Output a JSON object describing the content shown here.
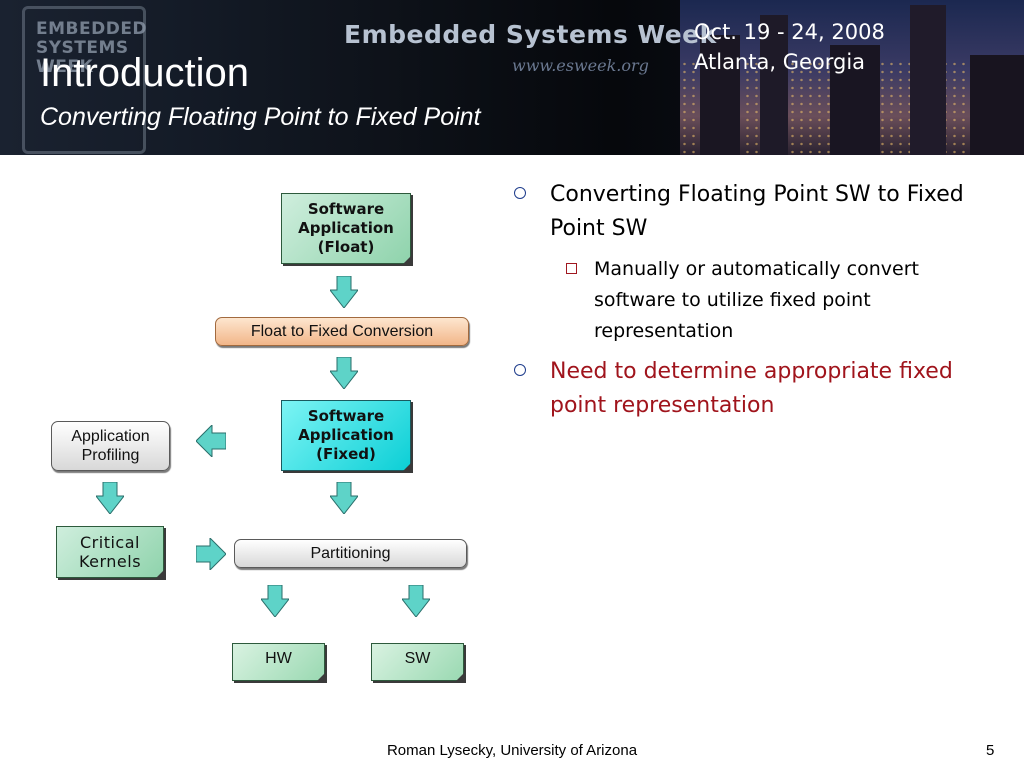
{
  "banner": {
    "logo_lines": [
      "EMBEDDED",
      "SYSTEMS",
      "WEEK"
    ],
    "event_title": "Embedded Systems Week",
    "event_url": "www.esweek.org",
    "event_dates": "Oct. 19 - 24, 2008",
    "event_location": "Atlanta, Georgia"
  },
  "slide": {
    "title": "Introduction",
    "subtitle": "Converting Floating Point to Fixed Point"
  },
  "diagram": {
    "sw_float": "Software\nApplication\n(Float)",
    "conversion": "Float to Fixed Conversion",
    "sw_fixed": "Software\nApplication\n(Fixed)",
    "profiling": "Application\nProfiling",
    "critical": "Critical\nKernels",
    "partitioning": "Partitioning",
    "hw": "HW",
    "sw": "SW"
  },
  "bullets": {
    "item1": "Converting Floating Point SW to Fixed Point SW",
    "item1_sub": "Manually or automatically convert software to utilize fixed point representation",
    "item2": "Need to determine appropriate fixed point representation"
  },
  "footer": {
    "author": "Roman Lysecky, University of Arizona",
    "page": "5"
  },
  "colors": {
    "arrow_fill": "#5ed3c8",
    "bullet_red": "#a0141c",
    "cyan_box": "#0ccfd6"
  }
}
